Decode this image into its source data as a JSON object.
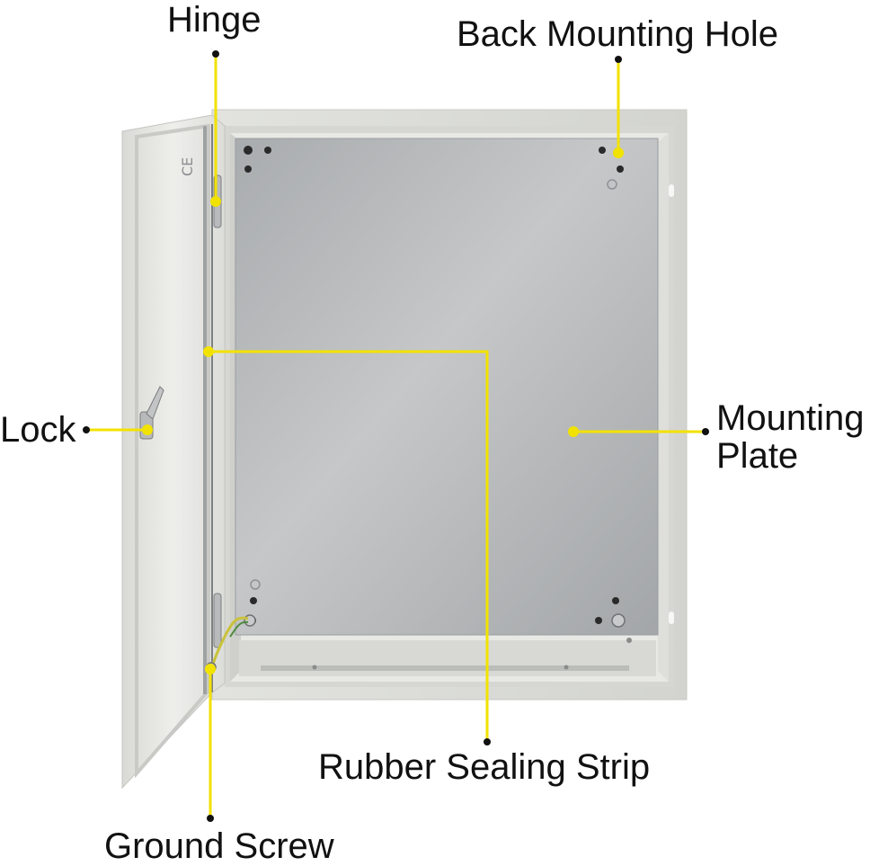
{
  "diagram": {
    "labels": {
      "hinge": "Hinge",
      "back_mounting_hole": "Back Mounting Hole",
      "lock": "Lock",
      "mounting_plate": "Mounting Plate",
      "rubber_sealing_strip": "Rubber Sealing Strip",
      "ground_screw": "Ground Screw"
    },
    "callout_color": "#f2e200",
    "cabinet_color": "#e4e5e1",
    "plate_color": "#b9bbbd",
    "text_color": "#111111"
  }
}
